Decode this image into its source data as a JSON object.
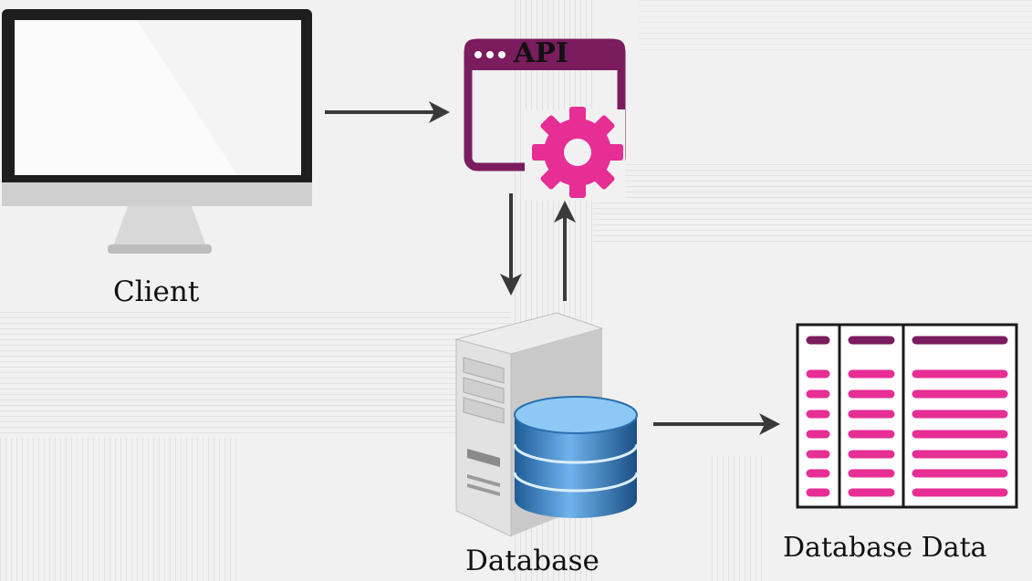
{
  "labels": {
    "client": "Client",
    "api": "API",
    "database": "Database",
    "database_data": "Database Data"
  },
  "colors": {
    "api_window": "#7a1c5e",
    "gear": "#e62e94",
    "table_header": "#7a1c5e",
    "table_rows": "#e62e94",
    "arrow": "#3a3a3a",
    "db_cylinder": "#2a6fb0",
    "background": "#f1f1f1"
  },
  "icons": {
    "client": "desktop-monitor-icon",
    "api": "browser-window-icon",
    "gear": "gear-icon",
    "database": "server-tower-icon",
    "cylinder": "database-cylinder-icon",
    "table": "data-table-icon"
  }
}
